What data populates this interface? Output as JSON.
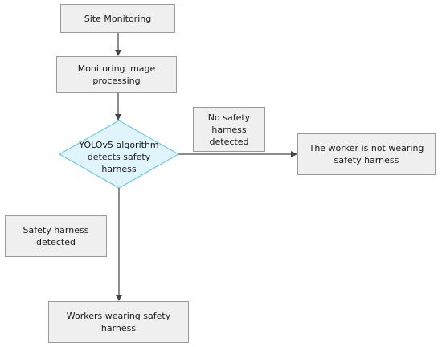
{
  "steps": {
    "site": "Site Monitoring",
    "processing": "Monitoring image processing",
    "detect": "YOLOv5 algorithm detects safety harness",
    "no_harness": "No safety harness detected",
    "not_wearing": "The worker is not wearing safety harness",
    "harness_detected": "Safety harness detected",
    "wearing": "Workers wearing safety harness"
  },
  "colors": {
    "box_fill": "#efefef",
    "box_stroke": "#9a9a9a",
    "diamond_fill": "#dff4fb",
    "diamond_stroke": "#6fc8e8",
    "arrow": "#444444"
  }
}
